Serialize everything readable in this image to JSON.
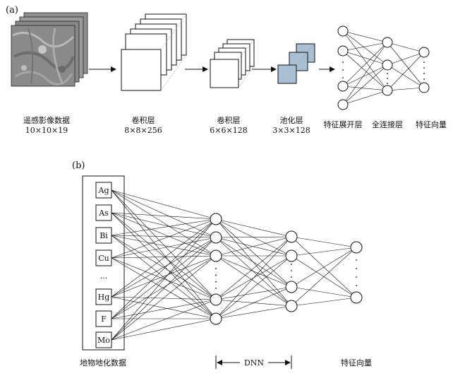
{
  "panel_a": {
    "label": "(a)",
    "stages": [
      {
        "name": "遥感影像数据",
        "dims": "10×10×19"
      },
      {
        "name": "卷积层",
        "dims": "8×8×256"
      },
      {
        "name": "卷积层",
        "dims": "6×6×128"
      },
      {
        "name": "池化层",
        "dims": "3×3×128"
      }
    ],
    "fc_labels": [
      "特征展开层",
      "全连接层",
      "特征向量"
    ],
    "fc_colors": {
      "pool": "#a9bfd3"
    }
  },
  "panel_b": {
    "label": "(b)",
    "inputs": [
      "Ag",
      "As",
      "Bi",
      "Cu",
      "...",
      "Hg",
      "F",
      "Mo"
    ],
    "input_caption": "地物地化数据",
    "dnn_label": "DNN",
    "output_caption": "特征向量"
  }
}
